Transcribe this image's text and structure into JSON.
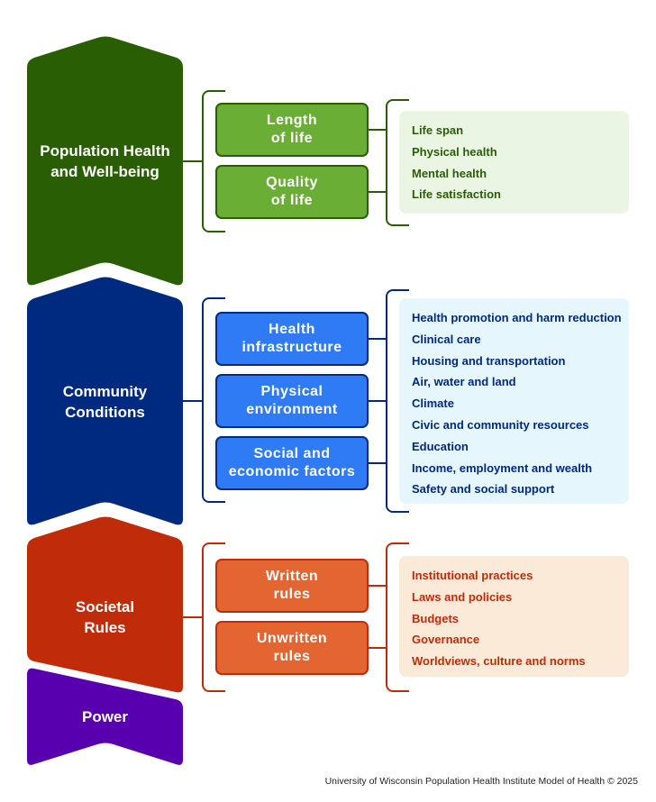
{
  "colors": {
    "green": "#2a5e05",
    "blue": "#002a80",
    "red": "#c02c0a",
    "purple": "#5800b0"
  },
  "sections": [
    {
      "title_lines": [
        "Population Health",
        "and Well-being"
      ],
      "boxes": [
        [
          "Length",
          "of life"
        ],
        [
          "Quality",
          "of life"
        ]
      ],
      "items": [
        "Life span",
        "Physical health",
        "Mental health",
        "Life satisfaction"
      ]
    },
    {
      "title_lines": [
        "Community",
        "Conditions"
      ],
      "boxes": [
        [
          "Health",
          "infrastructure"
        ],
        [
          "Physical",
          "environment"
        ],
        [
          "Social and",
          "economic factors"
        ]
      ],
      "items": [
        "Health promotion and harm reduction",
        "Clinical care",
        "Housing and transportation",
        "Air, water and land",
        "Climate",
        "Civic and community resources",
        "Education",
        "Income, employment and wealth",
        "Safety and social support"
      ]
    },
    {
      "title_lines": [
        "Societal",
        "Rules"
      ],
      "boxes": [
        [
          "Written",
          "rules"
        ],
        [
          "Unwritten",
          "rules"
        ]
      ],
      "items": [
        "Institutional practices",
        "Laws and policies",
        "Budgets",
        "Governance",
        "Worldviews, culture and norms"
      ]
    },
    {
      "title_lines": [
        "Power"
      ]
    }
  ],
  "footer": "University of Wisconsin Population Health Institute Model of Health © 2025"
}
